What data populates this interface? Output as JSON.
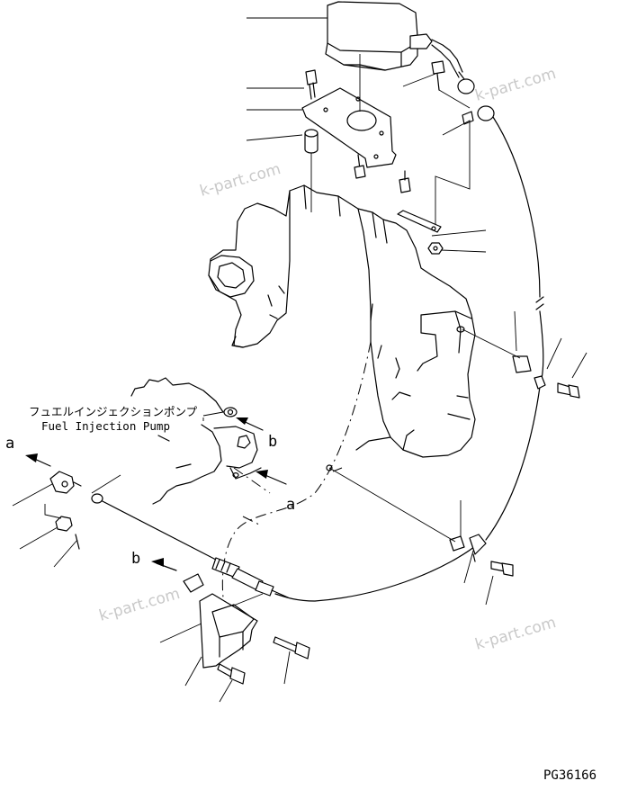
{
  "diagram": {
    "callouts": {
      "pump_label_jp": "フュエルインジェクションポンプ",
      "pump_label_en": "Fuel Injection Pump",
      "ref_a": "a",
      "ref_b": "b"
    },
    "watermark": "k-part.com",
    "figure_code": "PG36166"
  }
}
